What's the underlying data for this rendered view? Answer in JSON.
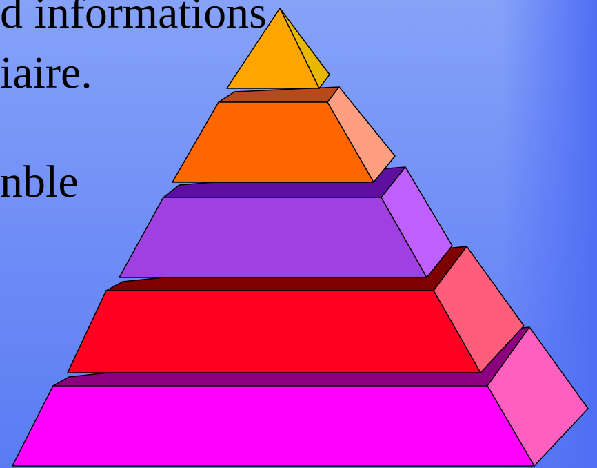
{
  "slide": {
    "text_lines": [
      "d informations",
      "iaire.",
      "nble"
    ]
  },
  "pyramid": {
    "colors": {
      "tier_1_front": "#FFA500",
      "tier_1_side": "#E8B800",
      "tier_2_front": "#FF6600",
      "tier_2_side": "#FF9E80",
      "tier_2_top": "#B84A1A",
      "tier_3_front": "#A040E0",
      "tier_3_side": "#BF5FFF",
      "tier_3_top": "#5E0FA0",
      "tier_4_front": "#FF0022",
      "tier_4_side": "#FF5E7A",
      "tier_4_top": "#7E0000",
      "tier_5_front": "#FF00FF",
      "tier_5_side": "#FF5FBF",
      "tier_5_top": "#8C0080"
    }
  }
}
